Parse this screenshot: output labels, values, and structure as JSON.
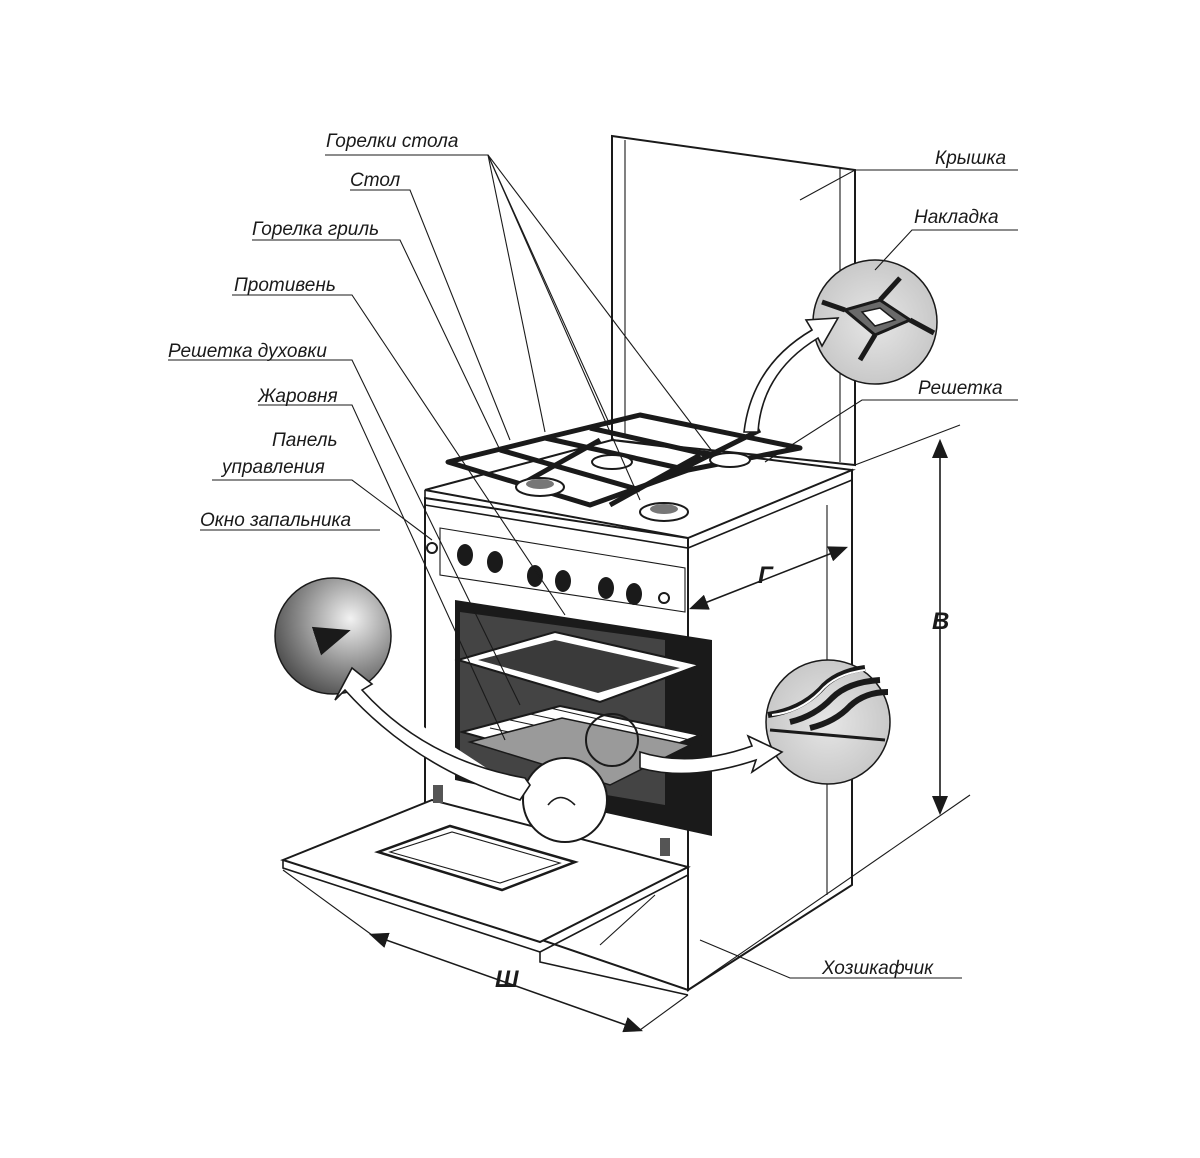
{
  "labels": {
    "burners_table": "Горелки стола",
    "table": "Стол",
    "grill_burner": "Горелка гриль",
    "baking_tray": "Противень",
    "oven_rack": "Решетка духовки",
    "roasting_pan": "Жаровня",
    "control_panel_line1": "Панель",
    "control_panel_line2": "управления",
    "ignition_window": "Окно запальника",
    "lid": "Крышка",
    "overlay": "Накладка",
    "grate": "Решетка",
    "storage_drawer": "Хозшкафчик"
  },
  "dimensions": {
    "depth": "Г",
    "height": "В",
    "width": "Ш"
  },
  "colors": {
    "line": "#1a1a1a",
    "oven_interior": "#1a1a1a",
    "tray_fill": "#9a9a9a",
    "detail_fill": "#cfcfcf"
  }
}
